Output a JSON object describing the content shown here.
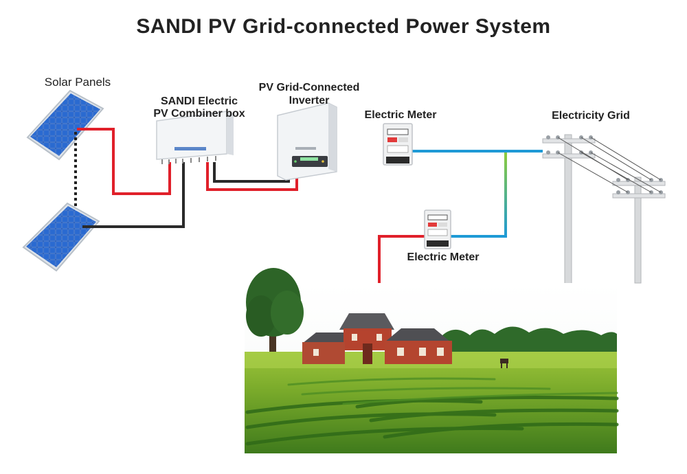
{
  "title": "SANDI PV Grid-connected Power System",
  "labels": {
    "solar_panels": "Solar Panels",
    "combiner_line1": "SANDI Electric",
    "combiner_line2": "PV Combiner box",
    "inverter_line1": "PV Grid-Connected",
    "inverter_line2": "Inverter",
    "meter_top": "Electric Meter",
    "meter_bottom": "Electric Meter",
    "grid": "Electricity Grid"
  },
  "colors": {
    "positive_wire": "#e0202a",
    "negative_wire": "#2a2a2a",
    "ac_wire_green": "#8ccc3c",
    "ac_wire_blue": "#1e9ad6",
    "panel_blue": "#1c4fa8"
  },
  "icons": {
    "panel": "solar-panel-icon",
    "combiner": "combiner-box-icon",
    "inverter": "inverter-icon",
    "meter": "electric-meter-icon",
    "pole": "utility-pole-icon",
    "farm": "farm-scene-image"
  }
}
